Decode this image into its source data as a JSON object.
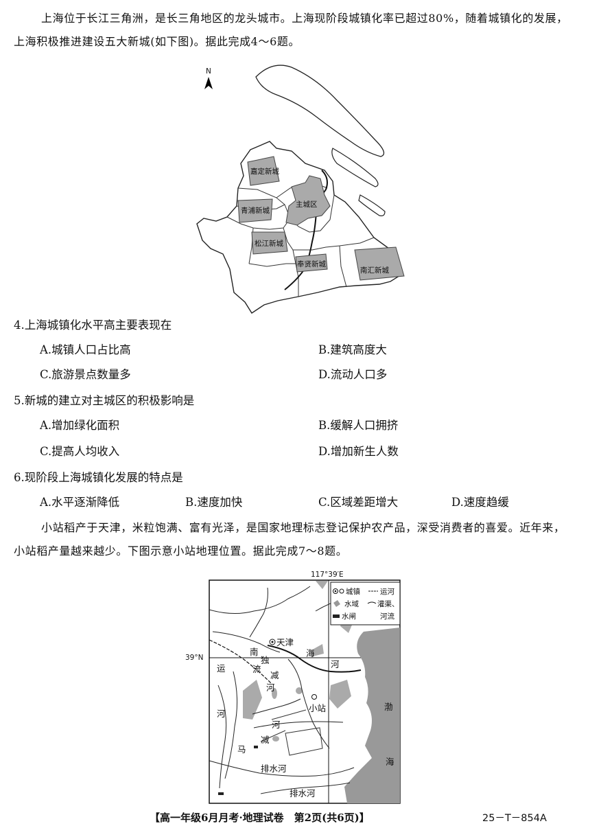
{
  "intro1": "上海位于长江三角洲，是长三角地区的龙头城市。上海现阶段城镇化率已超过80%，随着城镇化的发展，上海积极推进建设五大新城(如下图)。据此完成4～6题。",
  "map1": {
    "north": "N",
    "labels": [
      "嘉定新城",
      "主城区",
      "青浦新城",
      "松江新城",
      "奉贤新城",
      "南汇新城"
    ]
  },
  "questions": [
    {
      "stem": "4.上海城镇化水平高主要表现在",
      "options": [
        "A.城镇人口占比高",
        "B.建筑高度大",
        "C.旅游景点数量多",
        "D.流动人口多"
      ]
    },
    {
      "stem": "5.新城的建立对主城区的积极影响是",
      "options": [
        "A.增加绿化面积",
        "B.缓解人口拥挤",
        "C.提高人均收入",
        "D.增加新生人数"
      ]
    },
    {
      "stem": "6.现阶段上海城镇化发展的特点是",
      "options": [
        "A.水平逐渐降低",
        "B.速度加快",
        "C.区域差距增大",
        "D.速度趋缓"
      ]
    }
  ],
  "intro2": "小站稻产于天津，米粒饱满、富有光泽，是国家地理标志登记保护农产品，深受消费者的喜爱。近年来，小站稻产量越来越少。下图示意小站地理位置。据此完成7～8题。",
  "map2": {
    "lon": "117°39′E",
    "lat": "39°N",
    "legend": {
      "town": "城镇",
      "canal": "运河",
      "water": "水域",
      "channel": "灌渠、",
      "river": "河流",
      "sluice": "水闸"
    },
    "places": {
      "tianjin": "天津",
      "xiaozhan": "小站",
      "bohai1": "渤",
      "bohai2": "海",
      "haihe1": "海",
      "haihe2": "河",
      "nan": "南",
      "du": "独",
      "liu": "流",
      "jian1": "减",
      "he1": "河",
      "yun": "运",
      "yunhe": "河",
      "jian2": "减",
      "he2": "河",
      "ma": "马",
      "paishui1": "排水河",
      "paishui2": "排水河"
    }
  },
  "footer": {
    "left": "【高一年级6月月考·地理试卷　第2页(共6页)】",
    "right": "25－T－854A"
  }
}
